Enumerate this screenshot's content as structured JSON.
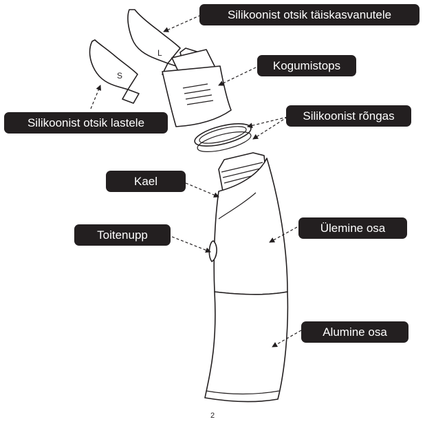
{
  "labels": {
    "adult_tip": "Silikoonist otsik täiskasvanutele",
    "child_tip": "Silikoonist otsik lastele",
    "collection_cup": "Kogumistops",
    "silicone_ring": "Silikoonist rõngas",
    "neck": "Kael",
    "power_button": "Toitenupp",
    "upper_part": "Ülemine osa",
    "lower_part": "Alumine osa"
  },
  "tip_size_marks": {
    "adult": "L",
    "child": "S"
  },
  "page_number": "2",
  "colors": {
    "label_bg": "#231f20",
    "label_text": "#ffffff",
    "line": "#231f20"
  }
}
